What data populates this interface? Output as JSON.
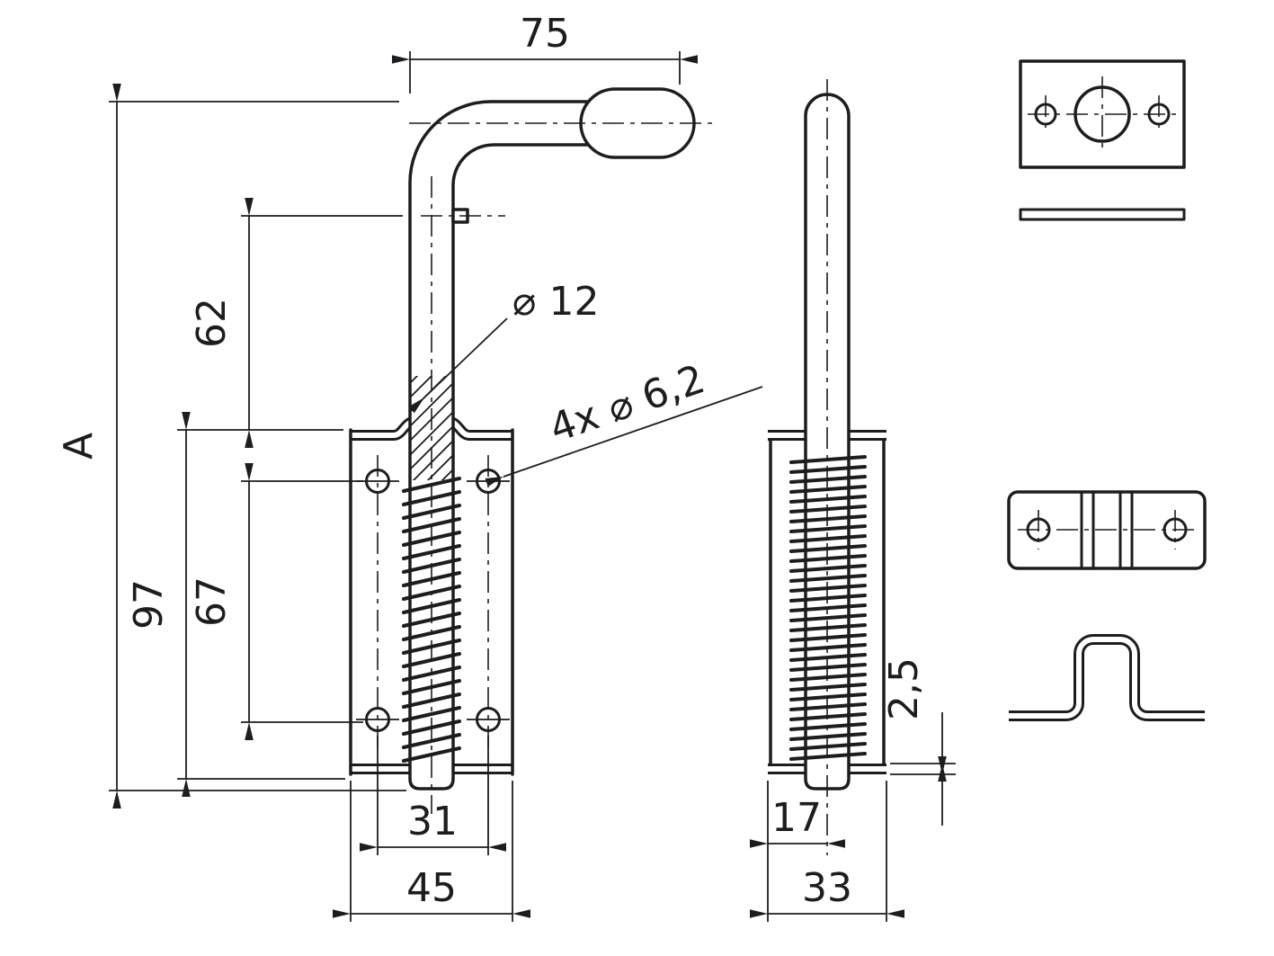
{
  "colors": {
    "line": "#1d1d1f",
    "background": "#ffffff"
  },
  "dims": {
    "handle_length": "75",
    "pin_to_bracket": "62",
    "overall_height": "A",
    "bracket_height": "97",
    "hole_pitch_vertical": "67",
    "rod_diameter": "⌀ 12",
    "mounting_holes": "4x ⌀ 6,2",
    "hole_pitch_horizontal": "31",
    "bracket_width": "45",
    "flange_thickness": "2,5",
    "rod_offset": "17",
    "side_width": "33"
  }
}
